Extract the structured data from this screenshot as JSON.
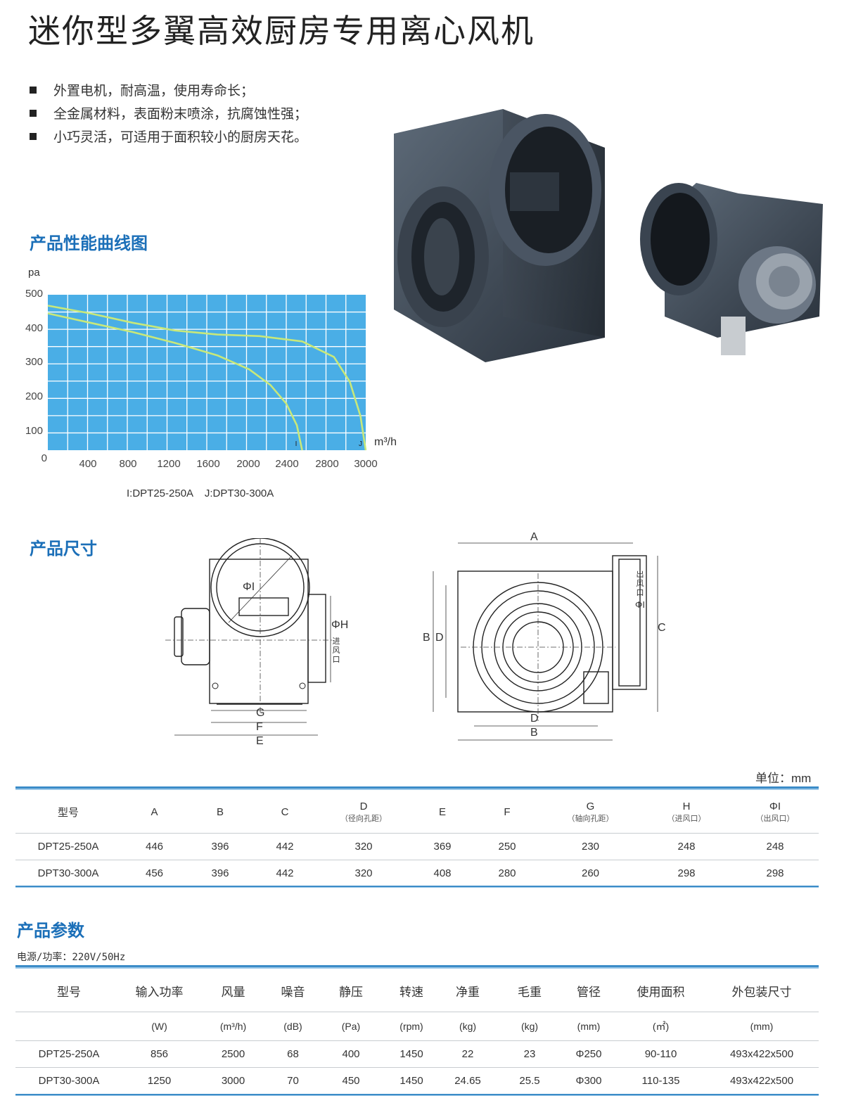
{
  "title": "迷你型多翼高效厨房专用离心风机",
  "features": [
    "外置电机，耐高温，使用寿命长；",
    "全金属材料，表面粉末喷涂，抗腐蚀性强；",
    "小巧灵活，可适用于面积较小的厨房天花。"
  ],
  "sections": {
    "performance": "产品性能曲线图",
    "dimensions": "产品尺寸",
    "parameters": "产品参数"
  },
  "chart_data": {
    "type": "line",
    "ylabel": "pa",
    "xlabel": "m³/h",
    "xlim": [
      0,
      3000
    ],
    "ylim": [
      0,
      500
    ],
    "x_ticks": [
      "400",
      "800",
      "1200",
      "1600",
      "2000",
      "2400",
      "2800",
      "3000"
    ],
    "y_ticks": [
      "500",
      "400",
      "300",
      "200",
      "100",
      "0"
    ],
    "grid": true,
    "background_color": "#4aaee6",
    "line_color": "#c8e87a",
    "legend": "I:DPT25-250A    J:DPT30-300A",
    "series": [
      {
        "name": "I",
        "x": [
          0,
          400,
          800,
          1200,
          1600,
          1900,
          2100,
          2250,
          2350,
          2400
        ],
        "y": [
          440,
          410,
          380,
          345,
          305,
          260,
          210,
          150,
          80,
          0
        ]
      },
      {
        "name": "J",
        "x": [
          0,
          400,
          800,
          1200,
          1600,
          2000,
          2400,
          2700,
          2850,
          2950,
          3000
        ],
        "y": [
          465,
          440,
          410,
          385,
          372,
          367,
          350,
          300,
          220,
          110,
          0
        ]
      }
    ]
  },
  "drawing_labels": {
    "left": {
      "phi_i": "ΦI",
      "phi_h": "ΦH",
      "inlet": "进风口",
      "g": "G",
      "f": "F",
      "e": "E"
    },
    "right": {
      "a": "A",
      "b_side": "B",
      "d_side": "D",
      "c": "C",
      "outlet": "出风口",
      "phi_i": "ΦI",
      "d_bottom": "D",
      "b_bottom": "B"
    }
  },
  "dims_table": {
    "unit": "单位：mm",
    "headers": [
      {
        "label": "型号",
        "sub": ""
      },
      {
        "label": "A",
        "sub": ""
      },
      {
        "label": "B",
        "sub": ""
      },
      {
        "label": "C",
        "sub": ""
      },
      {
        "label": "D",
        "sub": "（径向孔距）"
      },
      {
        "label": "E",
        "sub": ""
      },
      {
        "label": "F",
        "sub": ""
      },
      {
        "label": "G",
        "sub": "（轴向孔距）"
      },
      {
        "label": "H",
        "sub": "（进风口）"
      },
      {
        "label": "ΦI",
        "sub": "（出风口）"
      }
    ],
    "rows": [
      [
        "DPT25-250A",
        "446",
        "396",
        "442",
        "320",
        "369",
        "250",
        "230",
        "248",
        "248"
      ],
      [
        "DPT30-300A",
        "456",
        "396",
        "442",
        "320",
        "408",
        "280",
        "260",
        "298",
        "298"
      ]
    ]
  },
  "params": {
    "power_note": "电源/功率：220V/50Hz",
    "headers": [
      "型号",
      "输入功率",
      "风量",
      "噪音",
      "静压",
      "转速",
      "净重",
      "毛重",
      "管径",
      "使用面积",
      "外包装尺寸"
    ],
    "units": [
      "",
      "(W)",
      "(m³/h)",
      "(dB)",
      "(Pa)",
      "(rpm)",
      "(kg)",
      "(kg)",
      "(mm)",
      "(㎡)",
      "(mm)"
    ],
    "rows": [
      [
        "DPT25-250A",
        "856",
        "2500",
        "68",
        "400",
        "1450",
        "22",
        "23",
        "Φ250",
        "90-110",
        "493x422x500"
      ],
      [
        "DPT30-300A",
        "1250",
        "3000",
        "70",
        "450",
        "1450",
        "24.65",
        "25.5",
        "Φ300",
        "110-135",
        "493x422x500"
      ]
    ]
  }
}
